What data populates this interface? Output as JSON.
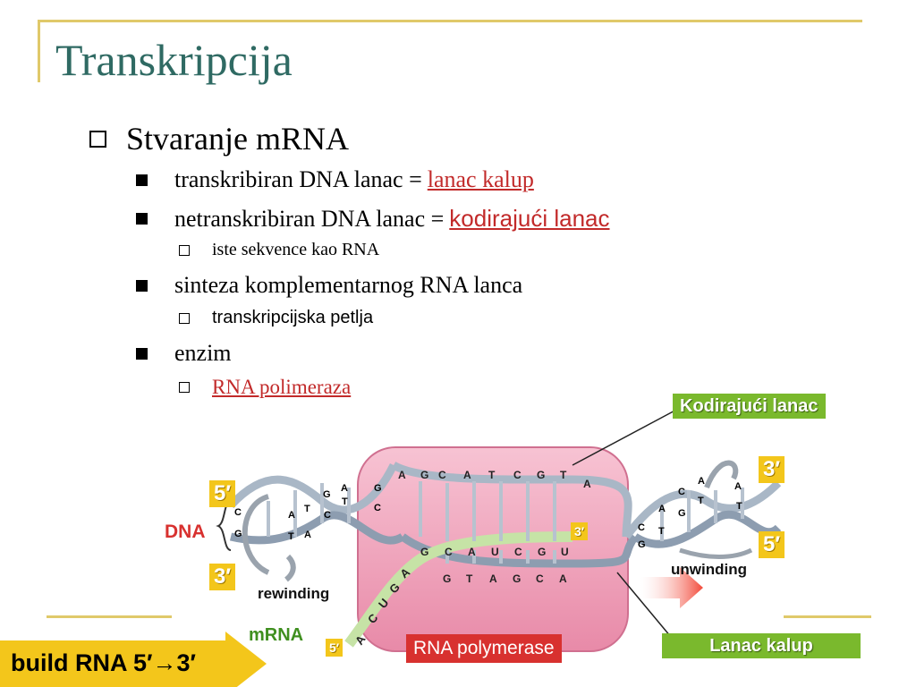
{
  "title": "Transkripcija",
  "heading": "Stvaranje mRNA",
  "items": [
    {
      "prefix": "transkribiran DNA lanac = ",
      "highlight": "lanac kalup"
    },
    {
      "prefix": "netranskribiran DNA lanac = ",
      "highlight": "kodirajući lanac"
    },
    {
      "sub": "iste sekvence kao RNA"
    },
    {
      "text": "sinteza komplementarnog RNA lanca"
    },
    {
      "sub": "transkripcijska petlja"
    },
    {
      "text": "enzim"
    },
    {
      "sub": "RNA polimeraza"
    }
  ],
  "figure": {
    "coding_label": "Kodirajući lanac",
    "template_label": "Lanac kalup",
    "dna": "DNA",
    "left_top_end": "5′",
    "left_bottom_end": "3′",
    "right_top_end": "3′",
    "right_bottom_end": "5′",
    "rna_end_3": "3′",
    "rna_end_5": "5′",
    "rewinding": "rewinding",
    "unwinding": "unwinding",
    "mrna": "mRNA",
    "polymerase": "RNA polymerase",
    "build": "build RNA 5′→3′",
    "coding_bases": [
      "A",
      "G",
      "C",
      "A",
      "T",
      "C",
      "G",
      "T",
      "A"
    ],
    "template_bases": [
      "G",
      "T",
      "A",
      "G",
      "C",
      "A"
    ],
    "rna_bases": [
      "G",
      "C",
      "A",
      "U",
      "C",
      "G",
      "U"
    ],
    "rna_tail": [
      "A",
      "G",
      "U",
      "C",
      "A"
    ],
    "left_top_bases": [
      "C",
      "A",
      "T",
      "G",
      "A",
      "G"
    ],
    "left_bottom_bases": [
      "G",
      "T",
      "A",
      "C",
      "T",
      "C"
    ],
    "right_top_bases": [
      "C",
      "A",
      "C",
      "A",
      "A"
    ],
    "right_bottom_bases": [
      "G",
      "T",
      "G",
      "T",
      "T"
    ],
    "colors": {
      "bubble": "#f3a8c0",
      "strand": "#a9b7c6",
      "rna": "#c6e3a6",
      "arrow": "#f24a3a"
    }
  }
}
